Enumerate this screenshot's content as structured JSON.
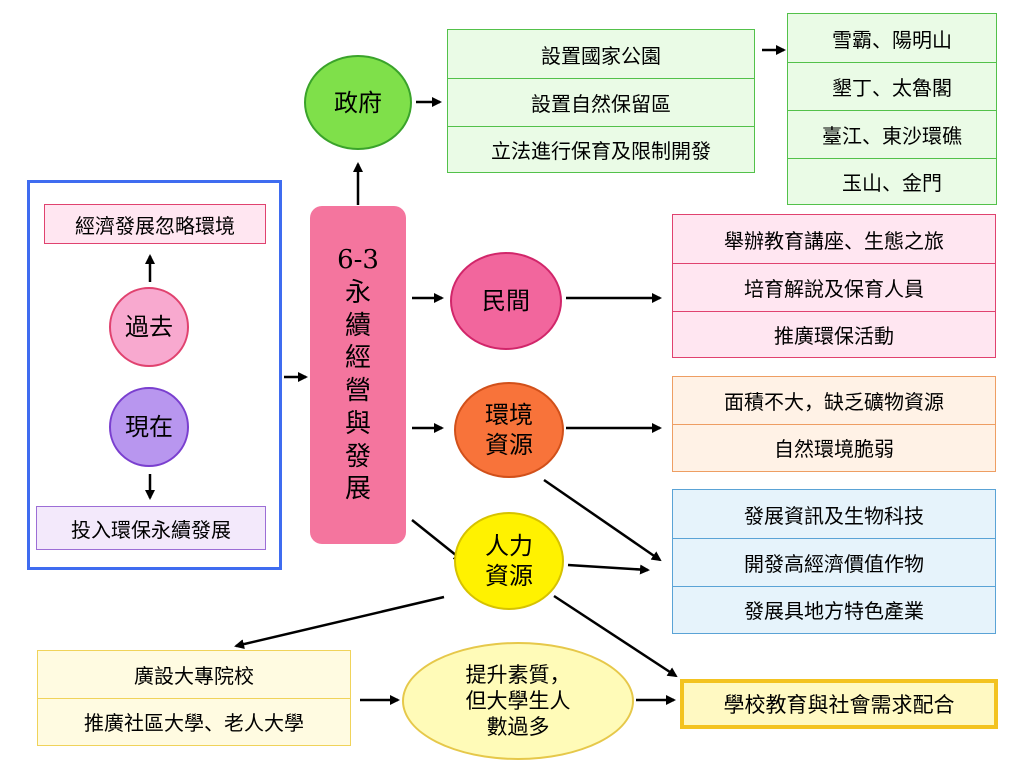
{
  "center": {
    "code": "6-3",
    "chars": [
      "永",
      "續",
      "經",
      "營",
      "與",
      "發",
      "展"
    ]
  },
  "left_box": {
    "top_label": "經濟發展忽略環境",
    "past": "過去",
    "present": "現在",
    "bottom_label": "投入環保永續發展"
  },
  "government": {
    "label": "政府",
    "actions": [
      "設置國家公園",
      "設置自然保留區",
      "立法進行保育及限制開發"
    ],
    "parks": [
      "雪霸、陽明山",
      "墾丁、太魯閣",
      "臺江、東沙環礁",
      "玉山、金門"
    ]
  },
  "civil": {
    "label": "民間",
    "items": [
      "舉辦教育講座、生態之旅",
      "培育解說及保育人員",
      "推廣環保活動"
    ]
  },
  "environment": {
    "label_line1": "環境",
    "label_line2": "資源",
    "items": [
      "面積不大，缺乏礦物資源",
      "自然環境脆弱"
    ]
  },
  "development": {
    "items": [
      "發展資訊及生物科技",
      "開發高經濟價值作物",
      "發展具地方特色產業"
    ]
  },
  "human": {
    "label_line1": "人力",
    "label_line2": "資源"
  },
  "education": {
    "items": [
      "廣設大專院校",
      "推廣社區大學、老人大學"
    ],
    "quality": [
      "提升素質，",
      "但大學生人",
      "數過多"
    ],
    "result": "學校教育與社會需求配合"
  },
  "colors": {
    "green_fill": "#eafbe6",
    "green_border": "#53c14a",
    "pink_fill": "#ffe6f1",
    "pink_border": "#e0426f",
    "orange_fill": "#fff2e6",
    "orange_border": "#ee9e63",
    "blue_fill": "#e6f3fb",
    "blue_border": "#5aa3d6",
    "yellow_fill": "#fffbe1",
    "yellow_border": "#f0d35a",
    "frame_blue": "#3f6cf0"
  }
}
